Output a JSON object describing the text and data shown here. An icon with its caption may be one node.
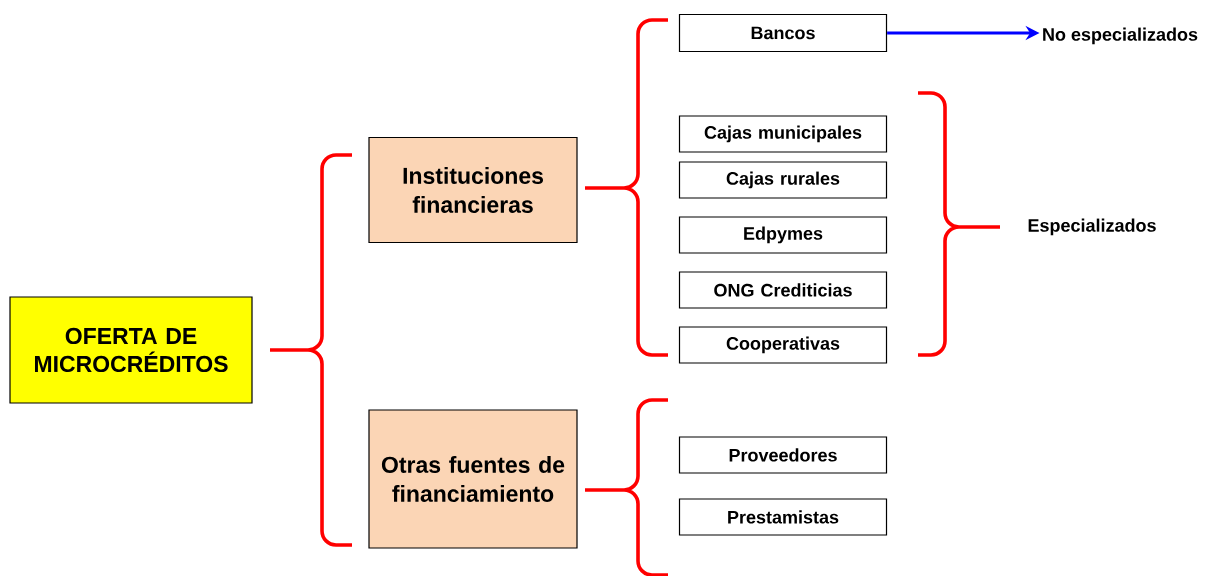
{
  "diagram": {
    "nodes": [
      {
        "text": [
          "OFERTA DE MICROCRÉDITOS"
        ]
      },
      {
        "text": [
          "Instituciones financieras"
        ]
      },
      {
        "text": [
          "Otras fuentes de financiamiento"
        ]
      },
      {
        "text": [
          "Bancos"
        ]
      },
      {
        "text": [
          "Cajas municipales"
        ]
      },
      {
        "text": [
          "Cajas rurales"
        ]
      },
      {
        "text": [
          "Edpymes"
        ]
      },
      {
        "text": [
          "ONG Crediticias"
        ]
      },
      {
        "text": [
          "Cooperativas"
        ]
      },
      {
        "text": [
          "Proveedores"
        ]
      },
      {
        "text": [
          "Prestamistas"
        ]
      },
      {
        "text": [
          "No especializados"
        ]
      }
    ],
    "edges": [
      {
        "from": 3,
        "to": 11,
        "arrow": "to",
        "color": "#0000ff"
      }
    ],
    "labels": [
      "Especializados"
    ]
  }
}
